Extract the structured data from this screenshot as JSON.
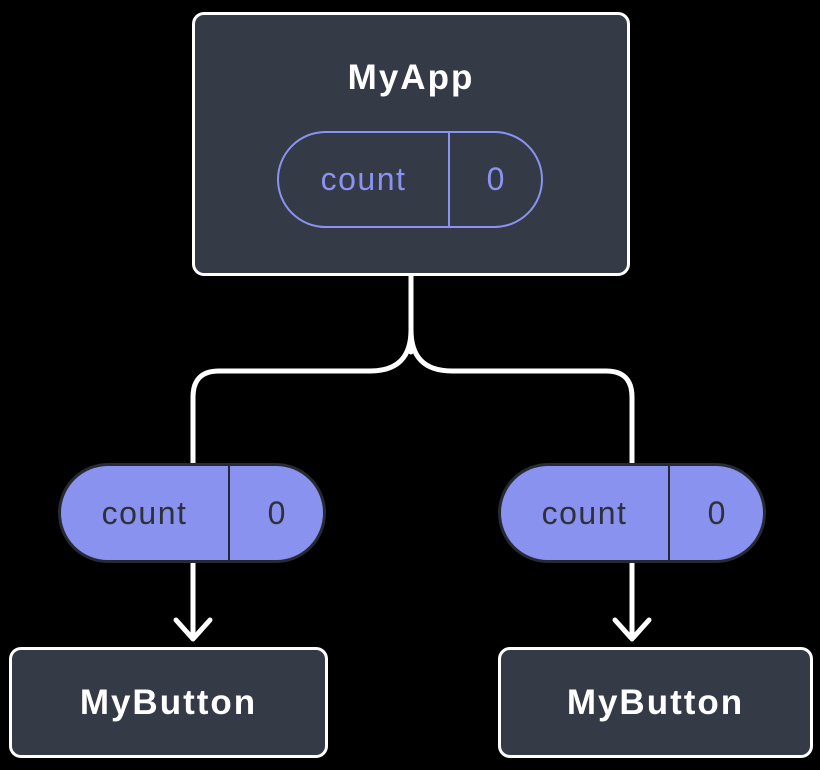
{
  "tree": {
    "root": {
      "title": "MyApp",
      "state": {
        "name": "count",
        "value": "0"
      }
    },
    "children": [
      {
        "title": "MyButton",
        "prop": {
          "name": "count",
          "value": "0"
        }
      },
      {
        "title": "MyButton",
        "prop": {
          "name": "count",
          "value": "0"
        }
      }
    ]
  },
  "colors": {
    "background": "#000000",
    "box_fill": "#343A46",
    "box_border": "#FFFFFF",
    "box_text": "#FFFFFF",
    "purple_outline": "#8B93F2",
    "purple_fill": "#8A92F0",
    "pill_dark_border": "#262B33",
    "pill_dark_text": "#2C313A",
    "connector": "#FFFFFF"
  },
  "icons": {
    "arrow_left": "arrow-down-icon",
    "arrow_right": "arrow-down-icon"
  }
}
